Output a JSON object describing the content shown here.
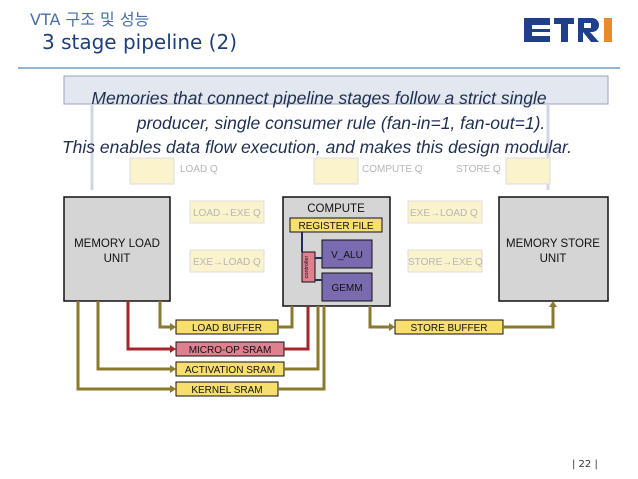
{
  "header": {
    "title": "VTA 구조 및 성능",
    "subtitle": "3 stage pipeline (2)",
    "logo_text": "ETRI"
  },
  "caption": {
    "line1": "Memories that connect pipeline stages follow a strict single",
    "line2": "producer, single consumer rule (fan-in=1, fan-out=1).",
    "line3": "This enables data flow execution, and makes this design modular."
  },
  "diagram": {
    "queues": {
      "load_q": "LOAD Q",
      "compute_q": "COMPUTE Q",
      "store_q": "STORE Q",
      "load_exe_q": "LOAD→EXE Q",
      "exe_load_q": "EXE→LOAD Q",
      "exe_load_q_right": "EXE→LOAD Q",
      "store_exe_q": "STORE→EXE Q"
    },
    "units": {
      "memory_load": [
        "MEMORY LOAD",
        "UNIT"
      ],
      "compute": "COMPUTE",
      "register_file": "REGISTER FILE",
      "controller": "controller",
      "v_alu": "V_ALU",
      "gemm": "GEMM",
      "memory_store": [
        "MEMORY STORE",
        "UNIT"
      ]
    },
    "memories": {
      "load_buffer": "LOAD BUFFER",
      "micro_op_sram": "MICRO-OP SRAM",
      "activation_sram": "ACTIVATION SRAM",
      "kernel_sram": "KERNEL SRAM",
      "store_buffer": "STORE BUFFER"
    },
    "colors": {
      "olive": "#8a7a2e",
      "red": "#a4262a",
      "navy": "#1f2f5a",
      "yellow_fill": "#f7df6e",
      "pink_fill": "#de8090",
      "grey_unit": "#d5d5d5"
    }
  },
  "footer": {
    "page": "|   22   |"
  }
}
